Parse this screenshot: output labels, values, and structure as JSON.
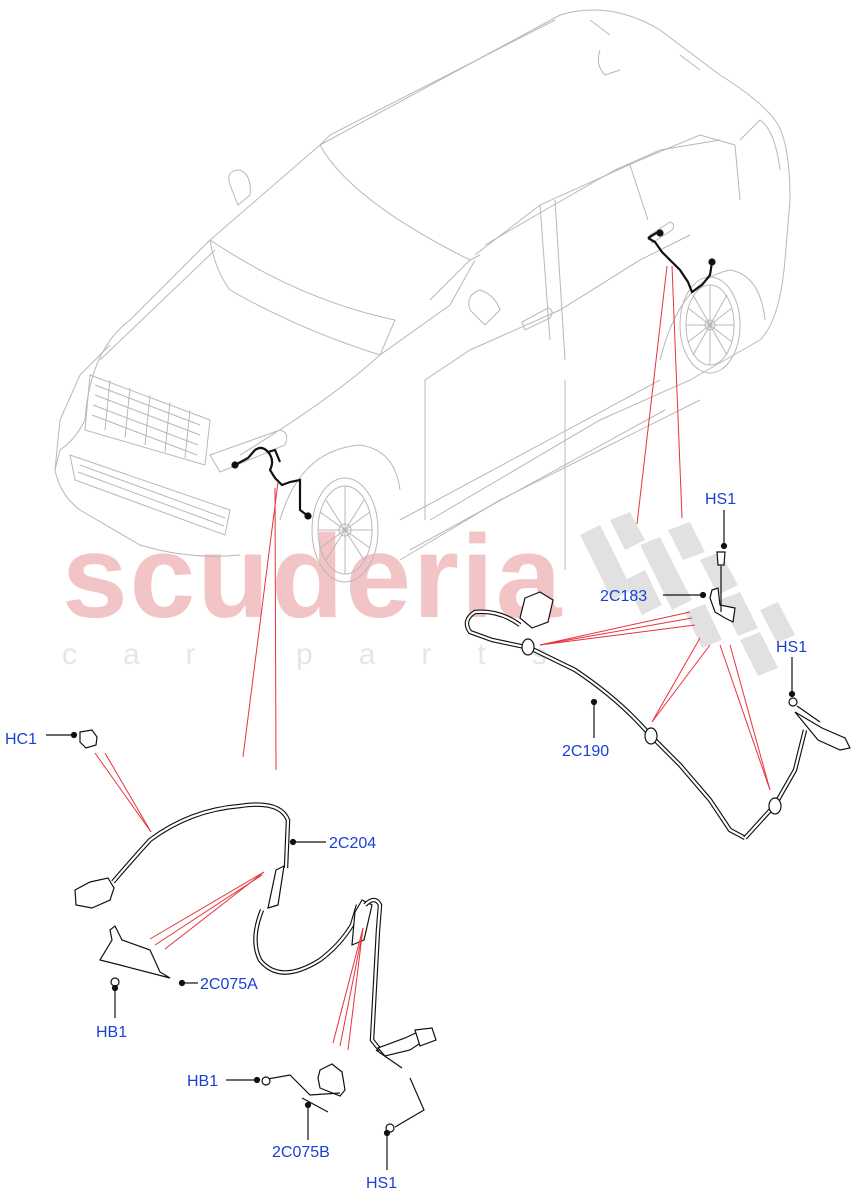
{
  "watermark": {
    "brand": "scuderia",
    "tagline": "car parts"
  },
  "diagram": {
    "subject": "Vehicle wiring harness diagram - front and rear wheel speed sensor harnesses",
    "colors": {
      "label_text": "#1a3fd6",
      "leader_line": "#000000",
      "callout_line": "#e8323a",
      "outline": "#b8b8b8",
      "harness": "#111111",
      "watermark": "#f2c4c6"
    },
    "callouts": [
      {
        "id": "hc1",
        "label": "HC1"
      },
      {
        "id": "c2c204",
        "label": "2C204"
      },
      {
        "id": "c2c075a",
        "label": "2C075A"
      },
      {
        "id": "hb1_a",
        "label": "HB1"
      },
      {
        "id": "hb1_b",
        "label": "HB1"
      },
      {
        "id": "c2c075b",
        "label": "2C075B"
      },
      {
        "id": "hs1_bottom",
        "label": "HS1"
      },
      {
        "id": "hs1_top",
        "label": "HS1"
      },
      {
        "id": "c2c183",
        "label": "2C183"
      },
      {
        "id": "hs1_right",
        "label": "HS1"
      },
      {
        "id": "c2c190",
        "label": "2C190"
      }
    ]
  }
}
